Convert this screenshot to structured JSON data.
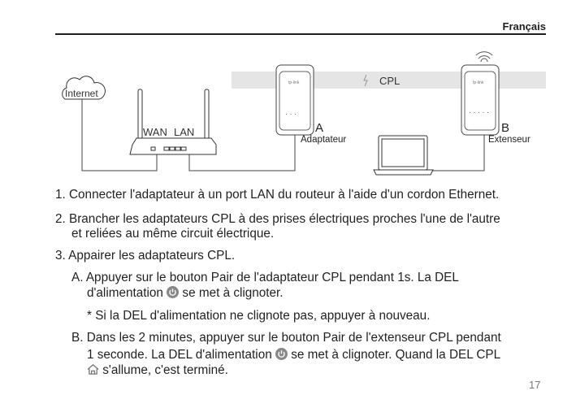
{
  "header": {
    "language": "Français"
  },
  "diagram": {
    "internet": "Internet",
    "wan": "WAN",
    "lan": "LAN",
    "cpl": "CPL",
    "a_letter": "A",
    "a_label": "Adaptateur",
    "b_letter": "B",
    "b_label": "Extenseur",
    "brand": "tp-link"
  },
  "steps": {
    "s1": "1. Connecter l'adaptateur à un port LAN du routeur à l'aide d'un cordon Ethernet.",
    "s2a": "2. Brancher les adaptateurs CPL à des prises électriques proches l'une de l'autre",
    "s2b": "et reliées au même circuit électrique.",
    "s3": "3. Appairer les adaptateurs CPL.",
    "a1": "A. Appuyer sur le bouton Pair de l'adaptateur CPL pendant 1s. La DEL",
    "a2pre": "d'alimentation",
    "a2post": "se met à clignoter.",
    "note": "* Si la DEL d'alimentation ne clignote pas, appuyer à nouveau.",
    "b1": "B. Dans les 2 minutes, appuyer sur le bouton Pair de l'extenseur CPL pendant",
    "b2pre": "1 seconde. La DEL d'alimentation",
    "b2post": "se met à clignoter. Quand la DEL CPL",
    "b3": "s'allume, c'est terminé."
  },
  "footer": {
    "page_number": "17"
  }
}
